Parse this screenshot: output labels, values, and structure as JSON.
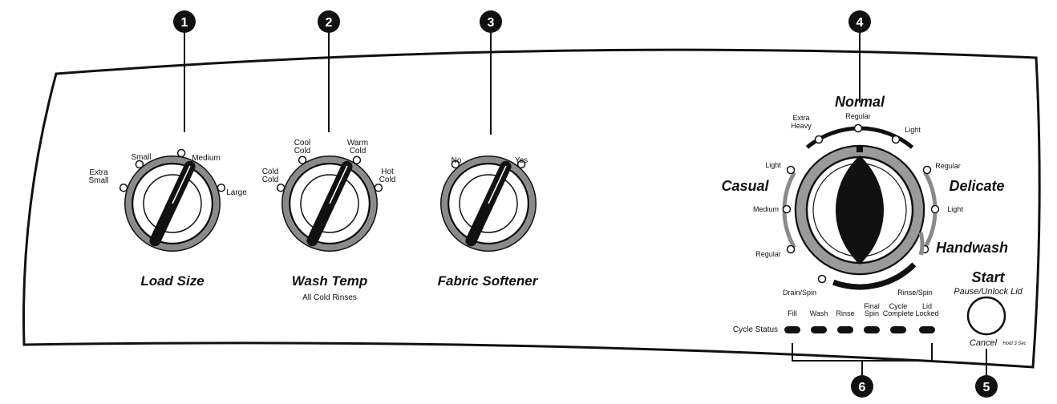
{
  "callouts": [
    "1",
    "2",
    "3",
    "4",
    "5",
    "6"
  ],
  "load_size": {
    "title": "Load Size",
    "positions": [
      "Extra\nSmall",
      "Small",
      "Medium",
      "Large"
    ]
  },
  "wash_temp": {
    "title": "Wash Temp",
    "subtitle": "All Cold Rinses",
    "positions": [
      "Cold\nCold",
      "Cool\nCold",
      "Warm\nCold",
      "Hot\nCold"
    ]
  },
  "fabric_softener": {
    "title": "Fabric Softener",
    "positions": [
      "No",
      "Yes"
    ]
  },
  "cycle_selector": {
    "groups": {
      "normal": "Normal",
      "casual": "Casual",
      "delicate": "Delicate",
      "handwash": "Handwash"
    },
    "positions": {
      "normal_extra_heavy": "Extra\nHeavy",
      "normal_regular": "Regular",
      "normal_light": "Light",
      "casual_light": "Light",
      "casual_medium": "Medium",
      "casual_regular": "Regular",
      "delicate_regular": "Regular",
      "delicate_light": "Light",
      "drain_spin": "Drain/Spin",
      "rinse_spin": "Rinse/Spin"
    }
  },
  "start_button": {
    "title": "Start",
    "subtitle": "Pause/Unlock Lid",
    "cancel": "Cancel",
    "hold": "Hold 3 Sec"
  },
  "cycle_status": {
    "label": "Cycle Status",
    "lights": [
      "Fill",
      "Wash",
      "Rinse",
      "Final\nSpin",
      "Cycle\nComplete",
      "Lid\nLocked"
    ]
  },
  "colors": {
    "ink": "#111111",
    "ring": "#8a8a8a",
    "paper": "#ffffff"
  }
}
